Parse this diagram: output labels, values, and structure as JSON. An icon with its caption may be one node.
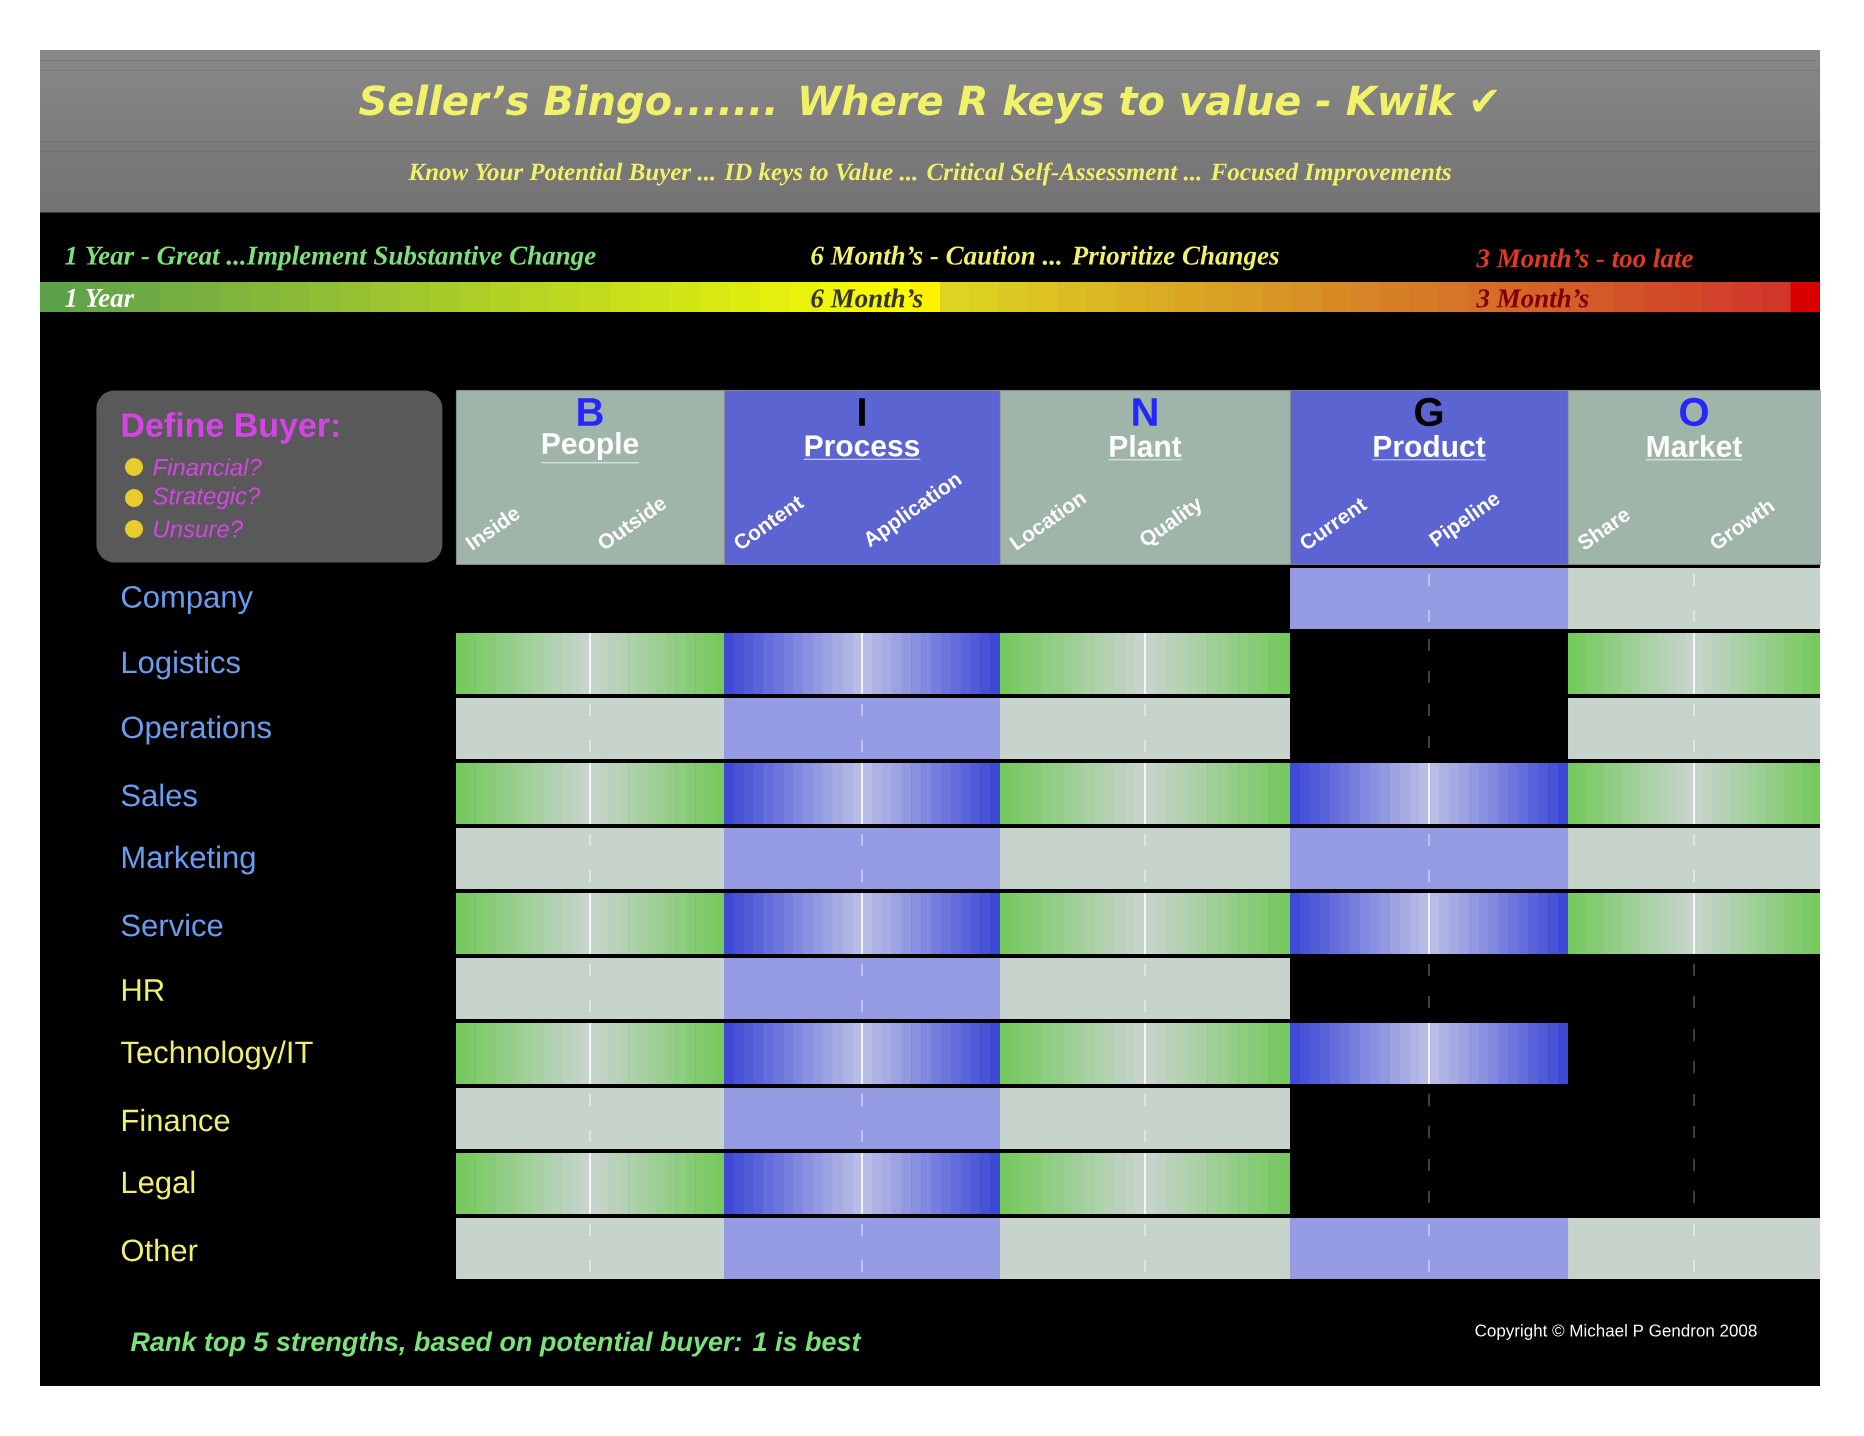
{
  "diagram": {
    "title": "Seller’s Bingo....... Where R keys to value - Kwik ✔",
    "nodes": [
      {
        "text": [
          "Define Buyer:",
          "Financial?",
          "Strategic?",
          "Unsure?"
        ]
      },
      {
        "text": [
          "B",
          "People",
          "Inside",
          "Outside"
        ]
      },
      {
        "text": [
          "I",
          "Process",
          "Content",
          "Application"
        ]
      },
      {
        "text": [
          "N",
          "Plant",
          "Location",
          "Quality"
        ]
      },
      {
        "text": [
          "G",
          "Product",
          "Current",
          "Pipeline"
        ]
      },
      {
        "text": [
          "O",
          "Market",
          "Share",
          "Growth"
        ]
      }
    ],
    "edges": [],
    "labels": [
      "Know Your Potential Buyer ... ID keys to Value ... Critical Self-Assessment ... Focused Improvements",
      "1 Year - Great ...Implement Substantive Change",
      "6 Month’s - Caution ... Prioritize Changes",
      "3 Month’s - too late",
      "1 Year",
      "6 Month’s",
      "3 Month’s",
      "Company",
      "Logistics",
      "Operations",
      "Sales",
      "Marketing",
      "Service",
      "HR",
      "Technology/IT",
      "Finance",
      "Legal",
      "Other",
      "Rank top 5 strengths, based on potential buyer: 1 is best",
      "Copyright © Michael P Gendron 2008"
    ]
  }
}
